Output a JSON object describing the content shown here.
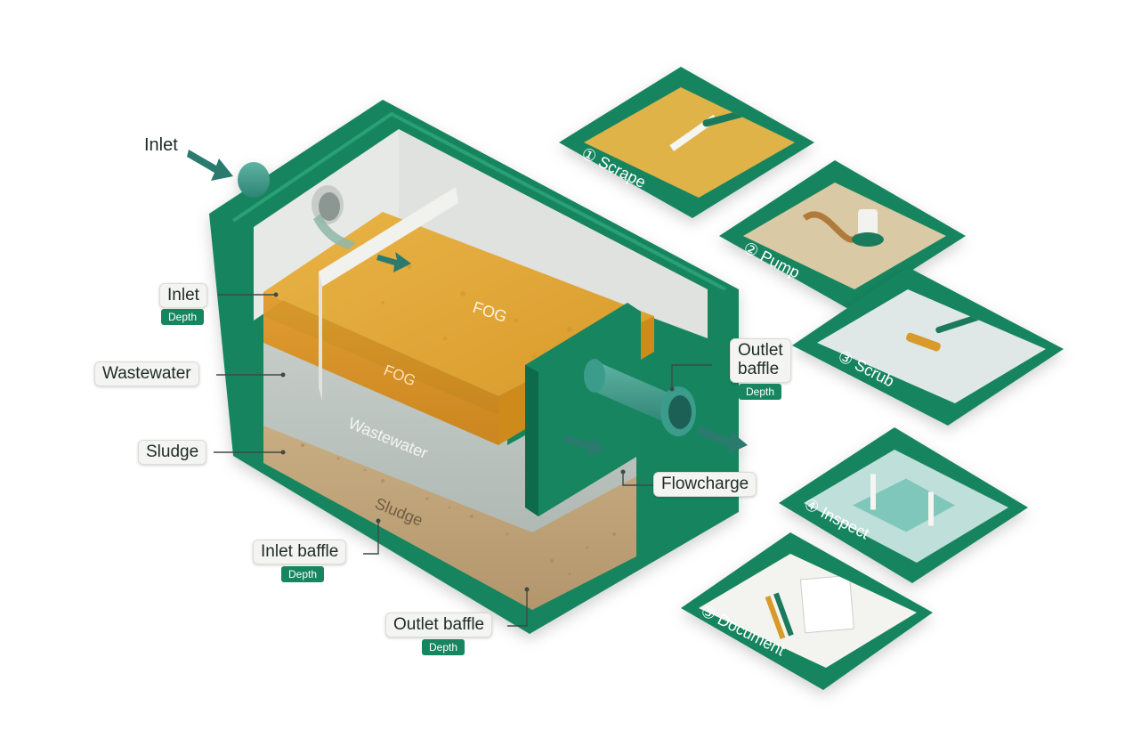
{
  "colors": {
    "tank_green": "#17855f",
    "tank_green_dark": "#0f6a4b",
    "fog_yellow": "#e6a93a",
    "fog_orange": "#d8891f",
    "wastewater_grey": "#b9c1bd",
    "sludge_brown": "#bfa37a",
    "pipe_teal": "#3b9c8c",
    "arrow_teal": "#2a7a6e",
    "callout_bg": "#f4f5f3"
  },
  "tank": {
    "layers": {
      "fog_top": "FOG",
      "fog_front": "FOG",
      "wastewater": "Wastewater",
      "sludge": "Sludge"
    }
  },
  "callouts": {
    "inlet_arrow_label": "Inlet",
    "inlet_depth": {
      "title": "Inlet",
      "tag": "Depth"
    },
    "wastewater": "Wastewater",
    "sludge": "Sludge",
    "inlet_baffle": {
      "title": "Inlet baffle",
      "tag": "Depth"
    },
    "outlet_baffle_bottom": {
      "title": "Outlet baffle",
      "tag": "Depth"
    },
    "outlet_baffle_right": {
      "line1": "Outlet",
      "line2": "baffle",
      "tag": "Depth"
    },
    "flowcharge": "Flowcharge"
  },
  "steps": [
    {
      "label": "① Scrape",
      "icon": "scraper-icon"
    },
    {
      "label": "② Pump",
      "icon": "pump-icon"
    },
    {
      "label": "③ Scrub",
      "icon": "brush-icon"
    },
    {
      "label": "④ Inspect",
      "icon": "inspect-icon"
    },
    {
      "label": "⑤ Document",
      "icon": "clipboard-icon"
    }
  ]
}
